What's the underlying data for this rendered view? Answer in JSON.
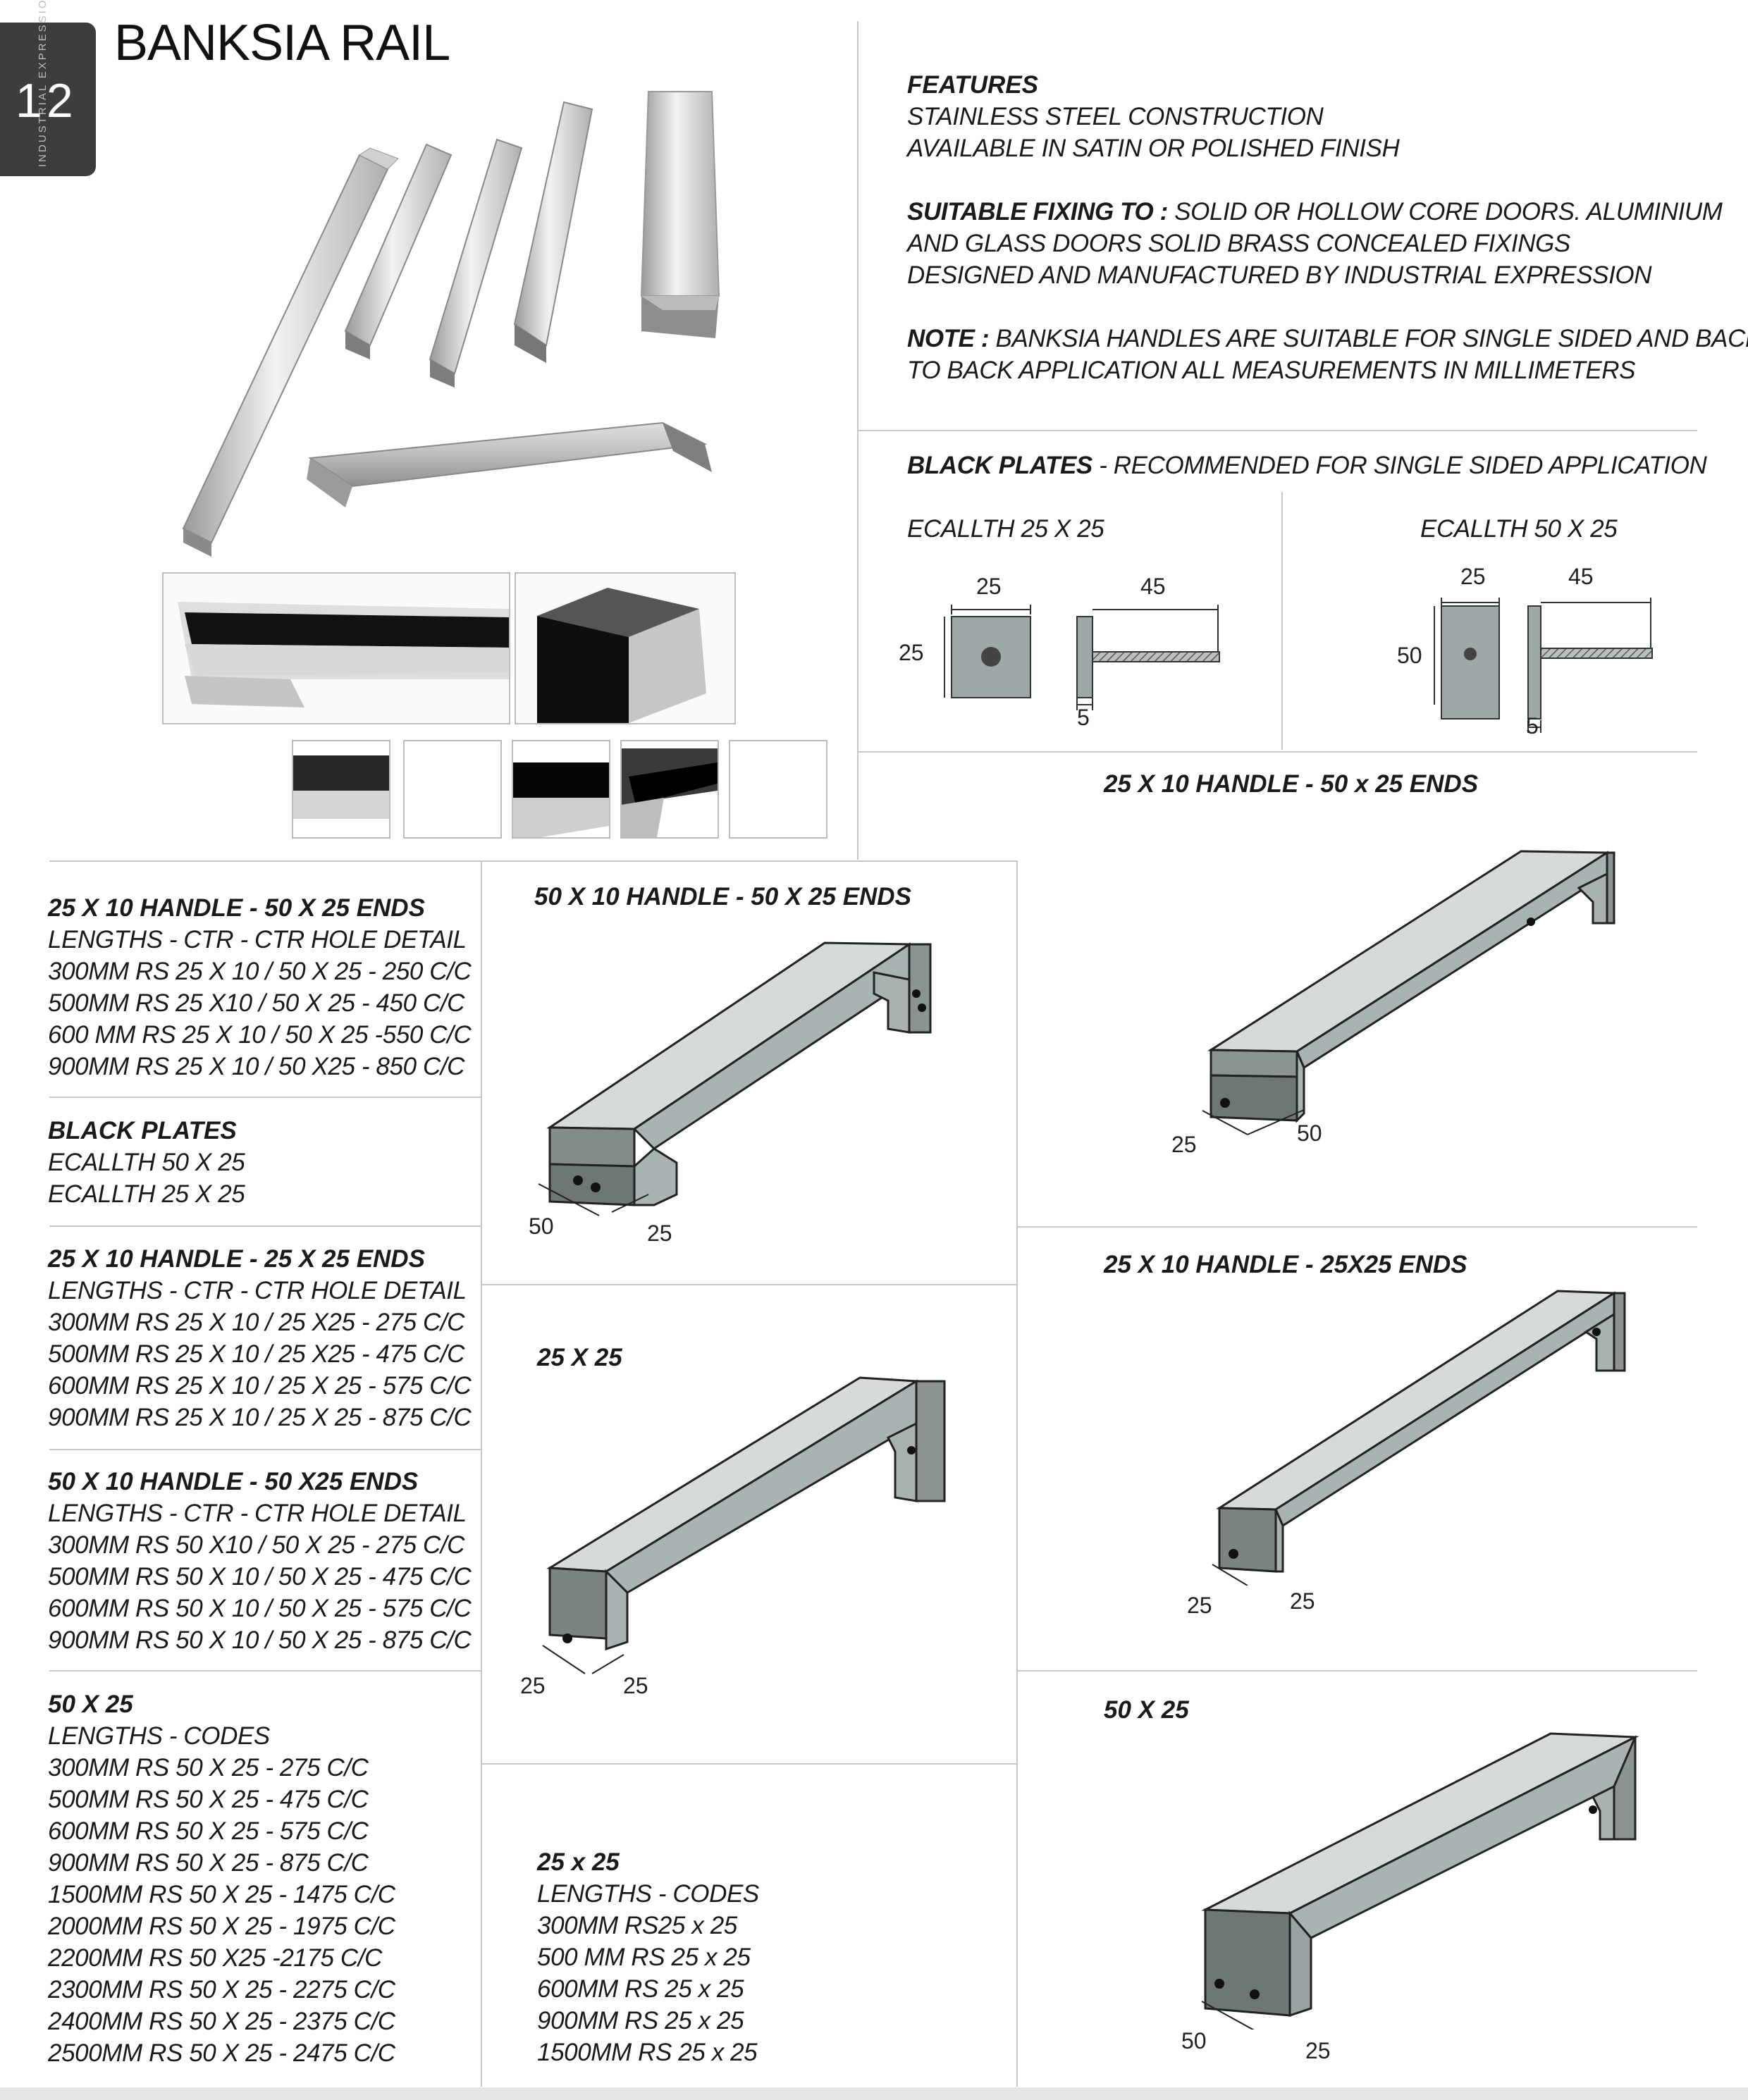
{
  "page_number": "12",
  "brand_vertical": "INDUSTRIAL EXPRESSION",
  "title": "BANKSIA RAIL",
  "features": {
    "heading": "FEATURES",
    "lines": [
      "STAINLESS STEEL CONSTRUCTION",
      "AVAILABLE IN SATIN OR POLISHED FINISH"
    ],
    "fixing_label": "SUITABLE FIXING TO :",
    "fixing_line1": "SOLID OR HOLLOW CORE DOORS. ALUMINIUM",
    "fixing_line2": "AND GLASS DOORS SOLID BRASS CONCEALED FIXINGS",
    "fixing_line3": "DESIGNED AND MANUFACTURED BY INDUSTRIAL EXPRESSION",
    "note_label": "NOTE :",
    "note_line1": "BANKSIA HANDLES ARE SUITABLE FOR SINGLE SIDED AND BACK",
    "note_line2": "TO BACK APPLICATION ALL MEASUREMENTS IN MILLIMETERS"
  },
  "black_plates": {
    "heading": "BLACK PLATES",
    "subtitle": " - RECOMMENDED FOR SINGLE SIDED APPLICATION",
    "plate1": {
      "name": "ECALLTH 25 X 25",
      "width": "25",
      "height": "25",
      "depth": "45",
      "thickness": "5"
    },
    "plate2": {
      "name": "ECALLTH 50 X 25",
      "width": "25",
      "height": "50",
      "depth": "45",
      "thickness": "5"
    }
  },
  "left_blocks": [
    {
      "title": "25 X 10 HANDLE - 50 X 25 ENDS",
      "lines": [
        "LENGTHS - CTR - CTR HOLE DETAIL",
        "300MM RS 25 X 10 / 50 X 25 - 250 C/C",
        "500MM RS 25 X10 / 50 X 25 - 450 C/C",
        "600 MM RS 25 X 10 / 50 X 25 -550 C/C",
        "900MM RS 25 X 10 / 50 X25 - 850 C/C"
      ]
    },
    {
      "title": "BLACK PLATES",
      "lines": [
        "ECALLTH 50 X 25",
        "ECALLTH 25 X 25"
      ]
    },
    {
      "title": "25 X 10 HANDLE - 25 X 25 ENDS",
      "lines": [
        "LENGTHS - CTR - CTR HOLE DETAIL",
        "300MM RS 25 X 10 / 25 X25 - 275 C/C",
        "500MM RS 25 X 10 / 25 X25 - 475 C/C",
        "600MM RS 25 X 10 / 25 X 25 - 575 C/C",
        "900MM RS 25 X 10 / 25 X 25 - 875 C/C"
      ]
    },
    {
      "title": "50 X 10 HANDLE - 50 X25 ENDS",
      "lines": [
        "LENGTHS - CTR - CTR HOLE DETAIL",
        "300MM RS 50 X10 / 50 X 25 - 275 C/C",
        "500MM RS 50 X 10 / 50 X 25 - 475 C/C",
        "600MM RS 50 X 10 / 50 X 25 - 575 C/C",
        "900MM RS 50 X 10 / 50 X 25 - 875 C/C"
      ]
    },
    {
      "title": "50 X 25",
      "lines": [
        "LENGTHS - CODES",
        "300MM RS 50 X 25 - 275 C/C",
        "500MM RS 50 X 25 - 475 C/C",
        "600MM RS 50 X 25 - 575 C/C",
        "900MM RS 50 X 25 - 875 C/C",
        "1500MM RS 50 X 25 - 1475 C/C",
        "2000MM RS 50 X 25 - 1975 C/C",
        "2200MM RS 50 X25 -2175 C/C",
        " 2300MM RS 50 X 25 - 2275 C/C",
        "2400MM RS 50 X 25 - 2375 C/C",
        "2500MM RS 50 X 25 - 2475 C/C"
      ]
    }
  ],
  "middle": {
    "h1": {
      "title": "50 X 10 HANDLE - 50 X 25 ENDS",
      "dim_a": "50",
      "dim_b": "25"
    },
    "h2": {
      "title": "25 X 25",
      "dim_a": "25",
      "dim_b": "25"
    },
    "codes": {
      "title": "25 x 25",
      "lines": [
        "LENGTHS - CODES",
        "300MM RS25 x 25",
        "500 MM RS 25 x 25",
        "600MM RS 25 x 25",
        "900MM RS 25 x 25",
        "1500MM RS 25 x 25"
      ]
    }
  },
  "right": {
    "h1": {
      "title": "25 X 10 HANDLE - 50 x 25 ENDS",
      "dim_a": "25",
      "dim_b": "50"
    },
    "h2": {
      "title": "25 X 10 HANDLE - 25X25 ENDS",
      "dim_a": "25",
      "dim_b": "25"
    },
    "h3": {
      "title": "50 X 25",
      "dim_a": "50",
      "dim_b": "25"
    }
  }
}
